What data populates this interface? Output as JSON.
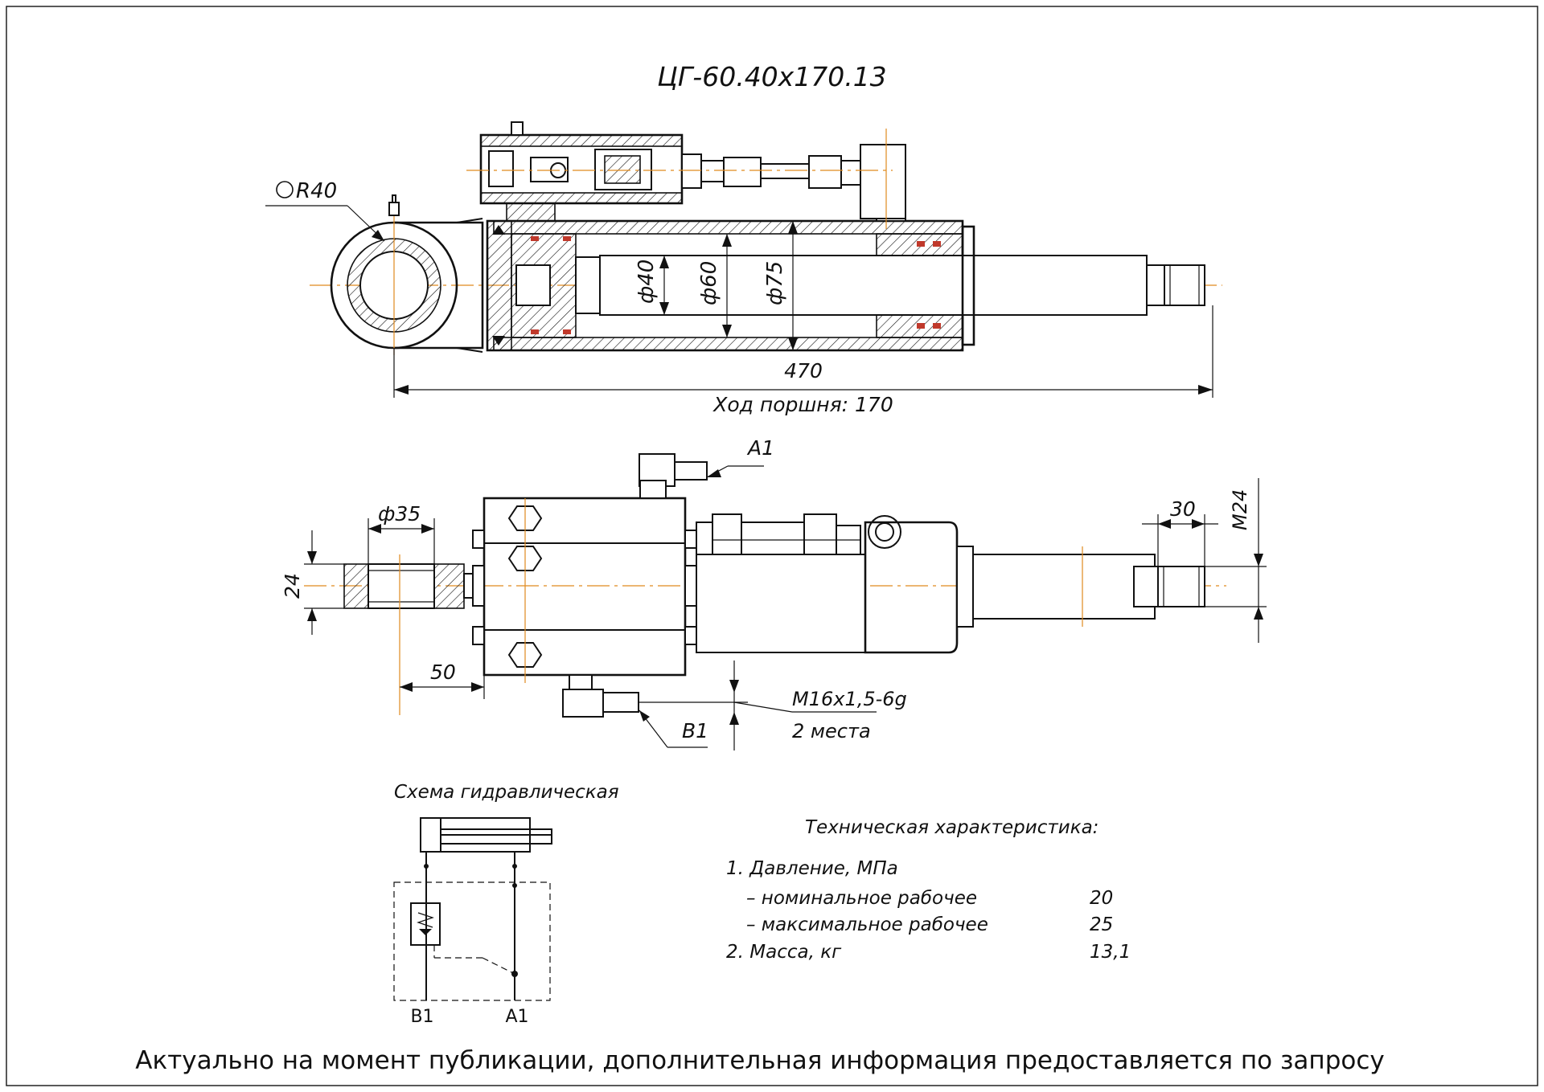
{
  "title": "ЦГ-60.40х170.13",
  "top_view": {
    "radius_label": "R40",
    "dia_rod": "ф40",
    "dia_bore": "ф60",
    "dia_outer": "ф75",
    "length": "470",
    "stroke": "Ход поршня: 170"
  },
  "side_view": {
    "port_a": "A1",
    "port_b": "B1",
    "eye_dia": "ф35",
    "eye_width": "24",
    "offset": "50",
    "thread_len": "30",
    "rod_thread": "M24",
    "port_thread": "M16x1,5-6g",
    "port_count": "2 места"
  },
  "schematic": {
    "caption": "Схема гидравлическая",
    "port_b": "B1",
    "port_a": "A1"
  },
  "specs": {
    "heading": "Техническая характеристика:",
    "items": [
      {
        "label": "1. Давление, МПа",
        "value": ""
      },
      {
        "label": "– номинальное рабочее",
        "value": "20"
      },
      {
        "label": "– максимальное рабочее",
        "value": "25"
      },
      {
        "label": "2. Масса, кг",
        "value": "13,1"
      }
    ]
  },
  "footer": "Актуально на момент публикации, дополнительная информация предоставляется по запросу",
  "colors": {
    "line": "#111111",
    "axis": "#e08a1e",
    "seal": "#c0392b"
  }
}
